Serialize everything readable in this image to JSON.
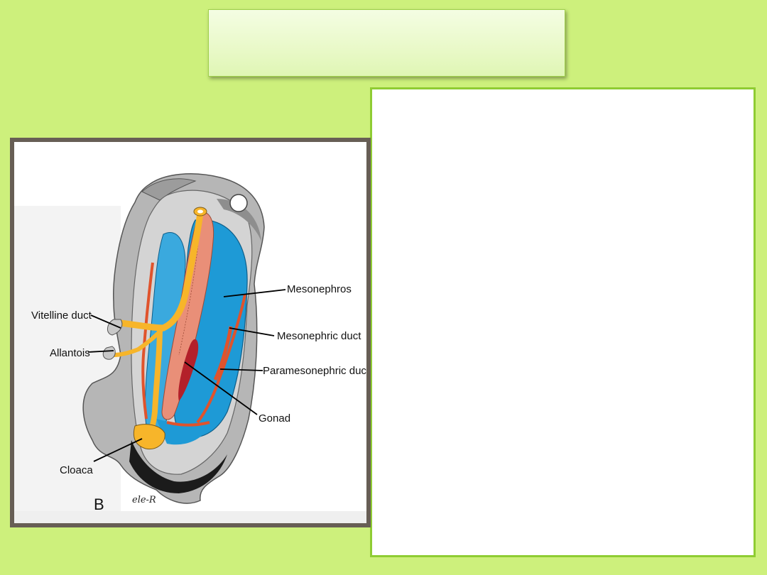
{
  "slide": {
    "title": "",
    "body_text": ""
  },
  "figure": {
    "panel_letter": "B",
    "signature": "ele-R",
    "labels": {
      "mesonephros": "Mesonephros",
      "mesonephric_duct": "Mesonephric duct",
      "paramesonephric_duct": "Paramesonephric duct",
      "gonad": "Gonad",
      "vitelline_duct": "Vitelline duct",
      "allantois": "Allantois",
      "cloaca": "Cloaca"
    },
    "colors": {
      "background": "#cdf07c",
      "frame": "#675e55",
      "mesonephros": "#1e9ad6",
      "duct_yellow": "#f7b52a",
      "gonad": "#e98f78",
      "duct_red": "#e0532c",
      "body_wall": "#a8a8a8"
    }
  }
}
